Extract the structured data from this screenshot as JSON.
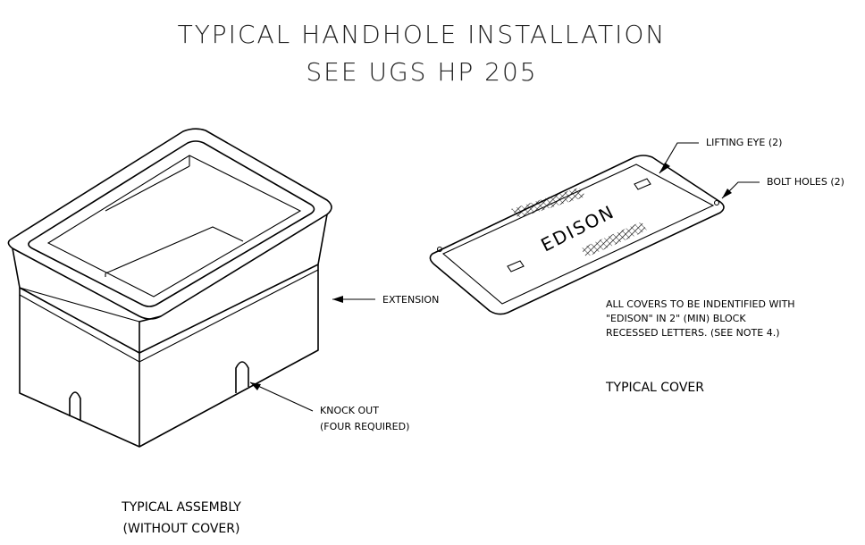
{
  "title": {
    "line1": "TYPICAL HANDHOLE INSTALLATION",
    "line2": "SEE UGS HP 205"
  },
  "labels": {
    "extension": "EXTENSION",
    "knockout_1": "KNOCK OUT",
    "knockout_2": "(FOUR REQUIRED)",
    "assembly_1": "TYPICAL ASSEMBLY",
    "assembly_2": "(WITHOUT COVER)",
    "lifting_eye": "LIFTING EYE (2)",
    "bolt_holes": "BOLT HOLES (2)",
    "cover_brand": "EDISON",
    "note_1": "ALL COVERS TO BE INDENTIFIED WITH",
    "note_2": "\"EDISON\" IN 2\" (MIN) BLOCK",
    "note_3": "RECESSED LETTERS. (SEE NOTE 4.)",
    "cover_title": "TYPICAL COVER"
  }
}
